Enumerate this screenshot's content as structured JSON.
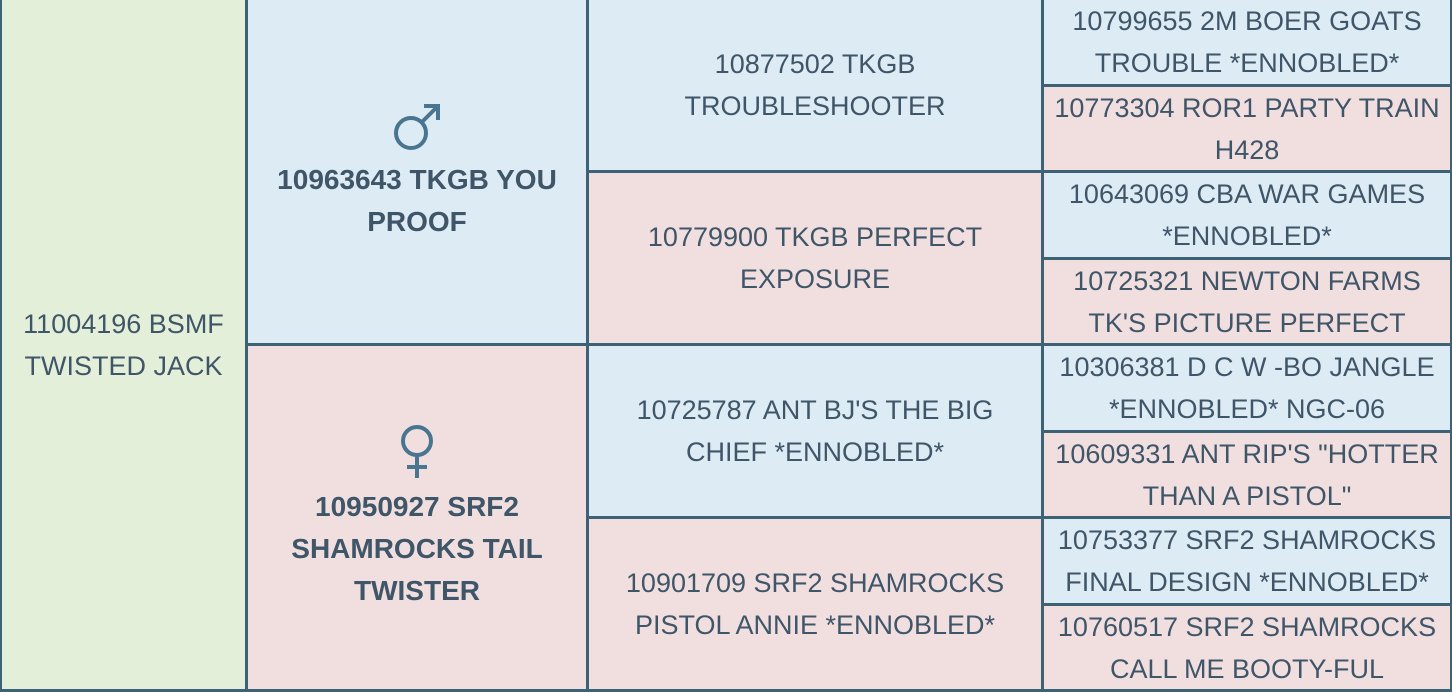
{
  "subject": {
    "name": "11004196 BSMF TWISTED JACK"
  },
  "sire": {
    "name": "10963643 TKGB YOU PROOF",
    "icon": "male-symbol-icon"
  },
  "dam": {
    "name": "10950927 SRF2 SHAMROCKS TAIL TWISTER",
    "icon": "female-symbol-icon"
  },
  "grandparents": [
    {
      "name": "10877502 TKGB TROUBLESHOOTER",
      "sex": "male"
    },
    {
      "name": "10779900 TKGB PERFECT EXPOSURE",
      "sex": "female"
    },
    {
      "name": "10725787 ANT BJ'S THE BIG CHIEF *ENNOBLED*",
      "sex": "male"
    },
    {
      "name": "10901709 SRF2 SHAMROCKS PISTOL ANNIE *ENNOBLED*",
      "sex": "female"
    }
  ],
  "great_grandparents": [
    {
      "name": "10799655 2M BOER GOATS TROUBLE *ENNOBLED*",
      "sex": "male"
    },
    {
      "name": "10773304 ROR1 PARTY TRAIN H428",
      "sex": "female"
    },
    {
      "name": "10643069 CBA WAR GAMES *ENNOBLED*",
      "sex": "male"
    },
    {
      "name": "10725321 NEWTON FARMS TK'S PICTURE PERFECT",
      "sex": "female"
    },
    {
      "name": "10306381 D C W -BO JANGLE *ENNOBLED* NGC-06",
      "sex": "male"
    },
    {
      "name": "10609331 ANT RIP'S \"HOTTER THAN A PISTOL\"",
      "sex": "female"
    },
    {
      "name": "10753377 SRF2 SHAMROCKS FINAL DESIGN *ENNOBLED*",
      "sex": "male"
    },
    {
      "name": "10760517 SRF2 SHAMROCKS CALL ME BOOTY-FUL",
      "sex": "female"
    }
  ],
  "colors": {
    "subject_bg": "#e4efd9",
    "male_bg": "#ddebf4",
    "female_bg": "#f1dfe0",
    "border": "#3d6275",
    "text": "#3f5568",
    "icon": "#4a7590"
  }
}
